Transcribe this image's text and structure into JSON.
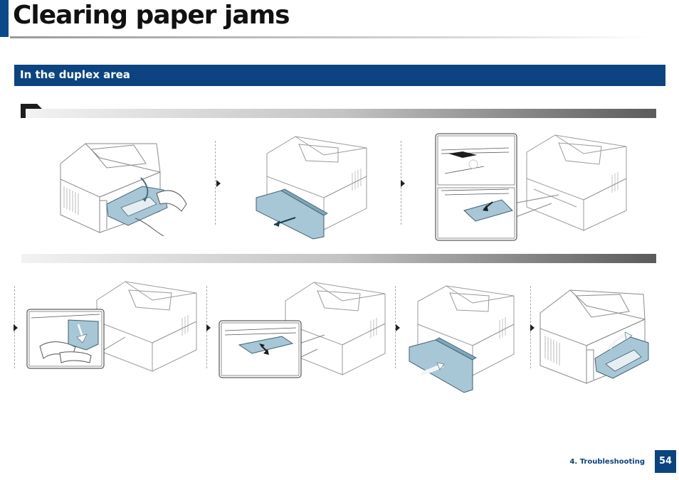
{
  "page": {
    "title": "Clearing paper jams",
    "section_title": "In the duplex area",
    "footer_section": "4. Troubleshooting",
    "page_number": "54"
  },
  "colors": {
    "brand_blue": "#0b4480",
    "illustration_teal": "#a8c7d6",
    "line_gray": "#8a8a8a"
  },
  "icons": {
    "step_marker": "arrow-badge-icon",
    "step_arrow": "triangle-right-icon"
  }
}
